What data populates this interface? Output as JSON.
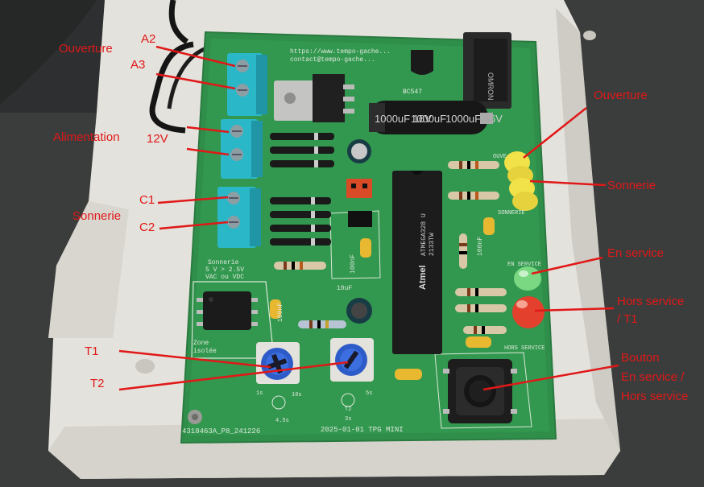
{
  "labels": {
    "ouverture_left": "Ouverture",
    "a2": "A2",
    "a3": "A3",
    "alimentation": "Alimentation",
    "v12": "12V",
    "c1": "C1",
    "sonnerie_left": "Sonnerie",
    "c2": "C2",
    "t1": "T1",
    "t2": "T2",
    "ouverture_right": "Ouverture",
    "sonnerie_right": "Sonnerie",
    "en_service": "En service",
    "hors_service_l1": "Hors service",
    "hors_service_l2": "/ T1",
    "bouton_l1": "Bouton",
    "bouton_l2": "En service /",
    "bouton_l3": "Hors service"
  },
  "board": {
    "url": "https://www.tempo-gache...",
    "contact": "contact@tempo-gache...",
    "transistor": "BC547",
    "cap1": "1000uF 16V",
    "cap2": "1000uF",
    "cap3": "1000uF 16V",
    "chip_brand": "Atmel",
    "chip_model": "ATMEGA328 U",
    "chip_code": "2133TW",
    "relay_brand": "OMRON",
    "sonnerie_spec_1": "Sonnerie",
    "sonnerie_spec_2": "5 V > 2.5V",
    "sonnerie_spec_3": "VAC ou VDC",
    "zone_1": "Zone",
    "zone_2": "isolée",
    "led_ouverture": "OUVE",
    "led_sonnerie": "SONNERIE",
    "led_en_service": "EN SERVICE",
    "led_hors_service": "HORS SERVICE",
    "cap_100nf_1": "100nF",
    "cap_100nf_2": "100nF",
    "cap_100nf_3": "100nF",
    "cap_10uf": "10uF",
    "t1_scale_a": "1s",
    "t1_scale_b": "10s",
    "t1_value": "4.5s",
    "t2_label": "T2",
    "t2_scale": "5s",
    "t2_value": "3s",
    "serial": "4318463A_P8_241226",
    "version": "2025-01-01 TPG MINI"
  },
  "colors": {
    "annotation": "#e01818",
    "pcb": "#2f8f4a",
    "terminal": "#2ab7c8",
    "enclosure": "#e4e2dc"
  }
}
